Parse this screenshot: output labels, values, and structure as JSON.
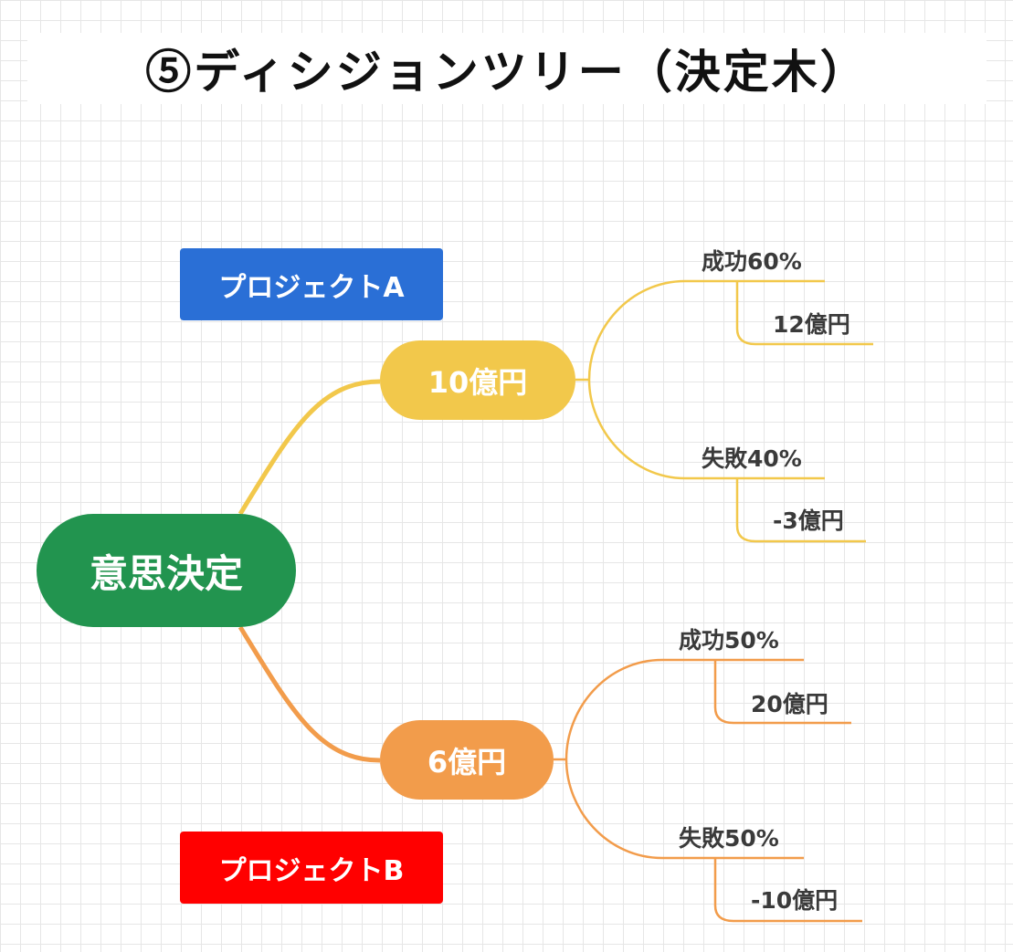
{
  "title": "⑤ディシジョンツリー（決定木）",
  "root": {
    "label": "意思決定"
  },
  "colors": {
    "root": "#22944f",
    "branch_a": "#f2c84b",
    "branch_b": "#f29c4b",
    "tag_a": "#2a6fd6",
    "tag_b": "#ff0000"
  },
  "projects": [
    {
      "tag": "プロジェクトA",
      "cost": "10億円",
      "outcomes": [
        {
          "label": "成功60%",
          "value": "12億円"
        },
        {
          "label": "失敗40%",
          "value": "-3億円"
        }
      ]
    },
    {
      "tag": "プロジェクトB",
      "cost": "6億円",
      "outcomes": [
        {
          "label": "成功50%",
          "value": "20億円"
        },
        {
          "label": "失敗50%",
          "value": "-10億円"
        }
      ]
    }
  ]
}
